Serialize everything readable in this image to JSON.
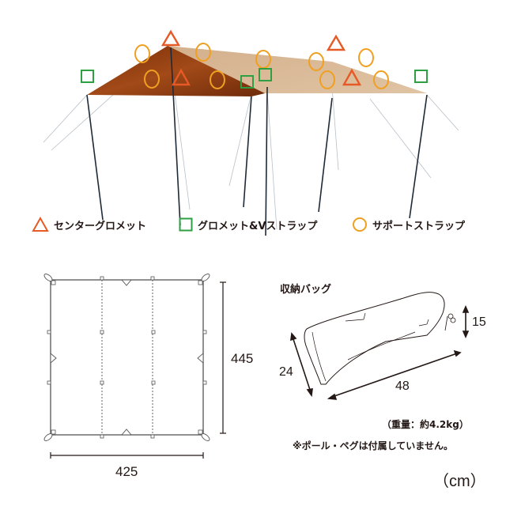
{
  "scene": {
    "colors": {
      "center_grommet": "#E55A26",
      "grommet_v_strap": "#2EA043",
      "support_strap": "#F0A020",
      "tarp_dark": "#8B3A10",
      "tarp_light": "#D8B894",
      "pole": "#1E2A38"
    }
  },
  "legend": {
    "items": [
      {
        "icon": "triangle-icon",
        "label": "センターグロメット"
      },
      {
        "icon": "square-icon",
        "label": "グロメット&Vストラップ"
      },
      {
        "icon": "circle-icon",
        "label": "サポートストラップ"
      }
    ]
  },
  "plan": {
    "width_label": "425",
    "height_label": "445"
  },
  "bag": {
    "title": "収納バッグ",
    "length_label": "48",
    "diameter_label": "24",
    "height_label": "15"
  },
  "notes": {
    "weight": "（重量：約4.2kg）",
    "disclaimer": "※ポール・ペグは付属していません。",
    "unit": "（cm）"
  }
}
